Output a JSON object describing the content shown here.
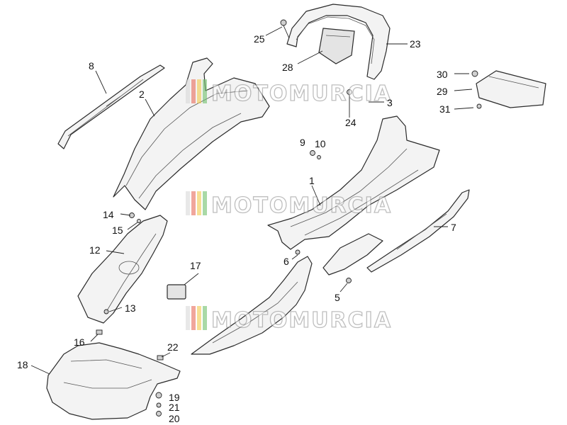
{
  "watermark": {
    "text": "MOTOMURCIA",
    "stripe_colors": [
      "#d9d9d9",
      "#e86a5a",
      "#f2c94c",
      "#6fbf6a"
    ]
  },
  "callouts": {
    "c1": "1",
    "c2": "2",
    "c3": "3",
    "c5": "5",
    "c6": "6",
    "c7": "7",
    "c8": "8",
    "c9": "9",
    "c10": "10",
    "c12": "12",
    "c13": "13",
    "c14": "14",
    "c15": "15",
    "c16": "16",
    "c17": "17",
    "c18": "18",
    "c19": "19",
    "c20": "20",
    "c21": "21",
    "c22": "22",
    "c23": "23",
    "c24": "24",
    "c25": "25",
    "c28": "28",
    "c29": "29",
    "c30": "30",
    "c31": "31"
  }
}
